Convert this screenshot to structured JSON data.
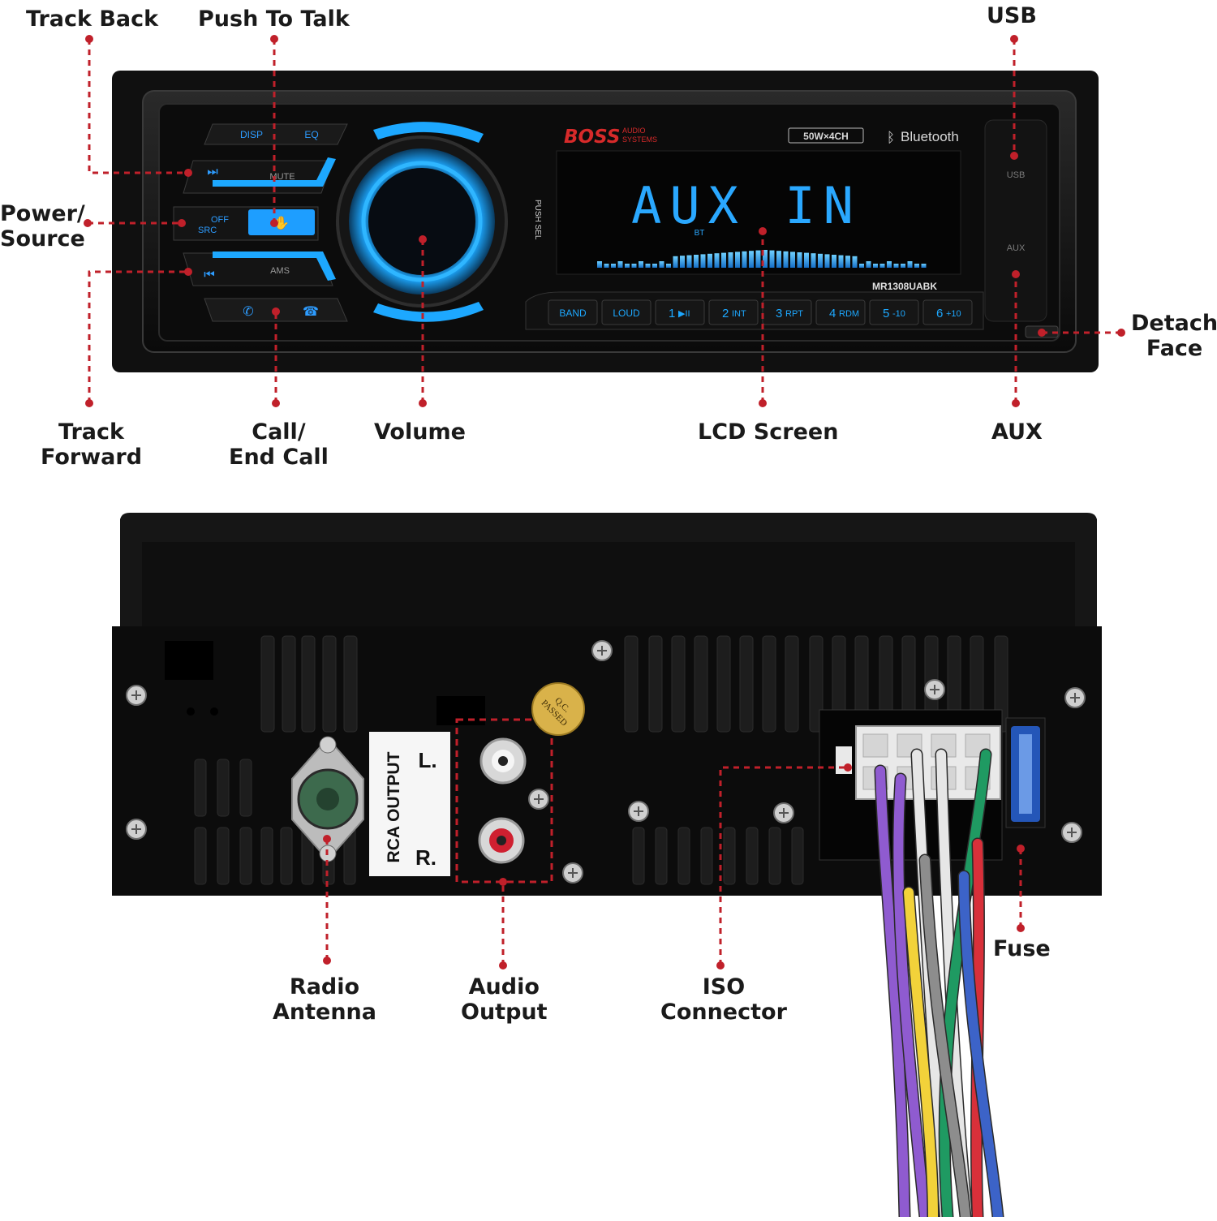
{
  "colors": {
    "leader": "#c0202a",
    "glow": "#1da8ff",
    "chassis": "#0e0e0e",
    "label_text": "#1a1a1a",
    "wire_purple": "#8f5bd0",
    "wire_white": "#e6e6e6",
    "wire_green": "#1f9a62",
    "wire_red": "#d8303a",
    "wire_yellow": "#f2d23a",
    "wire_blue": "#3c63c8",
    "wire_gray": "#8d8d8d"
  },
  "callouts": {
    "track_back": "Track Back",
    "push_to_talk": "Push To Talk",
    "usb": "USB",
    "power_source": "Power/\nSource",
    "detach_face": "Detach\nFace",
    "track_forward": "Track\nForward",
    "call_end_call": "Call/\nEnd Call",
    "volume": "Volume",
    "lcd_screen": "LCD Screen",
    "aux": "AUX",
    "radio_antenna": "Radio\nAntenna",
    "audio_output": "Audio\nOutput",
    "iso_connector": "ISO\nConnector",
    "fuse": "Fuse"
  },
  "front_panel": {
    "brand": "BOSS",
    "brand_sub_1": "AUDIO",
    "brand_sub_2": "SYSTEMS",
    "power_badge": "50W×4CH",
    "bluetooth": "Bluetooth",
    "display_main": "AUX IN",
    "display_sub": "BT",
    "model": "MR1308UABK",
    "push_sel": "PUSH SEL",
    "usb_port": "USB",
    "aux_port": "AUX",
    "btn_disp": "DISP",
    "btn_eq": "EQ",
    "btn_mute": "MUTE",
    "btn_off": "OFF",
    "btn_src": "SRC",
    "btn_ams": "AMS",
    "presets": [
      {
        "num": "",
        "label": "BAND"
      },
      {
        "num": "",
        "label": "LOUD"
      },
      {
        "num": "1",
        "label": "▶II"
      },
      {
        "num": "2",
        "label": "INT"
      },
      {
        "num": "3",
        "label": "RPT"
      },
      {
        "num": "4",
        "label": "RDM"
      },
      {
        "num": "5",
        "label": "-10"
      },
      {
        "num": "6",
        "label": "+10"
      }
    ]
  },
  "rear_panel": {
    "rca_output": "RCA OUTPUT",
    "left_channel": "L.",
    "right_channel": "R.",
    "qc_sticker_1": "Q.C.",
    "qc_sticker_2": "PASSED"
  }
}
